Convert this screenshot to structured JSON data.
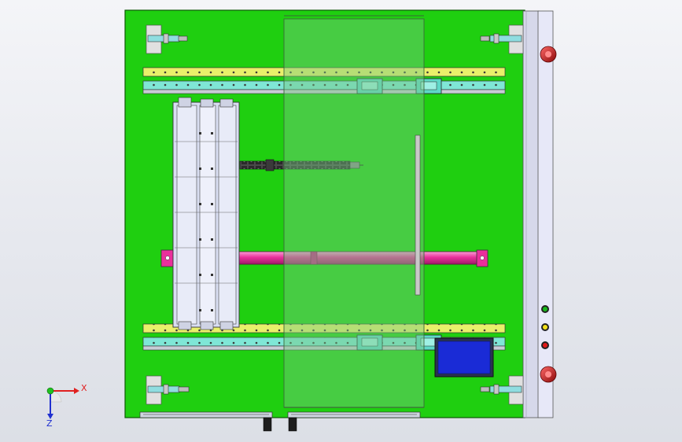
{
  "view": {
    "triad": {
      "x_label": "X",
      "z_label": "Z"
    }
  },
  "colors": {
    "background_top": "#f4f5f8",
    "background_bottom": "#dcdfe6",
    "base_plate": "#1fcf10",
    "plate_edge": "#0d5a06",
    "yellow_rail": "#e9f06a",
    "cyan_rail": "#7fe6d6",
    "gray_rail": "#c7ccd6",
    "linear_block": "#5fd8c8",
    "pink_cylinder": "#ea2f9c",
    "panel_lavender": "#e7e8f8",
    "fixture_blue": "#d9def2",
    "glass_cover": "rgba(120,200,130,0.45)",
    "screen_blue": "#1a2bd6",
    "estop_red": "#d81818",
    "lamp_green": "#18b81c",
    "lamp_yellow": "#f2e01a",
    "lamp_red": "#e01818",
    "axis_x": "#e02020",
    "axis_y": "#20c020",
    "axis_z": "#2030d0"
  },
  "components": [
    "base-plate",
    "upper-linear-rail",
    "lower-linear-rail",
    "carrier-fixture",
    "cable-chain",
    "pneumatic-cylinder",
    "glass-cover",
    "guide-rod",
    "control-panel",
    "emergency-stop-top",
    "emergency-stop-bottom",
    "indicator-lamp-green",
    "indicator-lamp-yellow",
    "indicator-lamp-red",
    "touch-screen",
    "clamp-top-left",
    "clamp-top-right",
    "clamp-bottom-left",
    "clamp-bottom-right",
    "bottom-slide-left",
    "bottom-slide-right",
    "feet"
  ]
}
